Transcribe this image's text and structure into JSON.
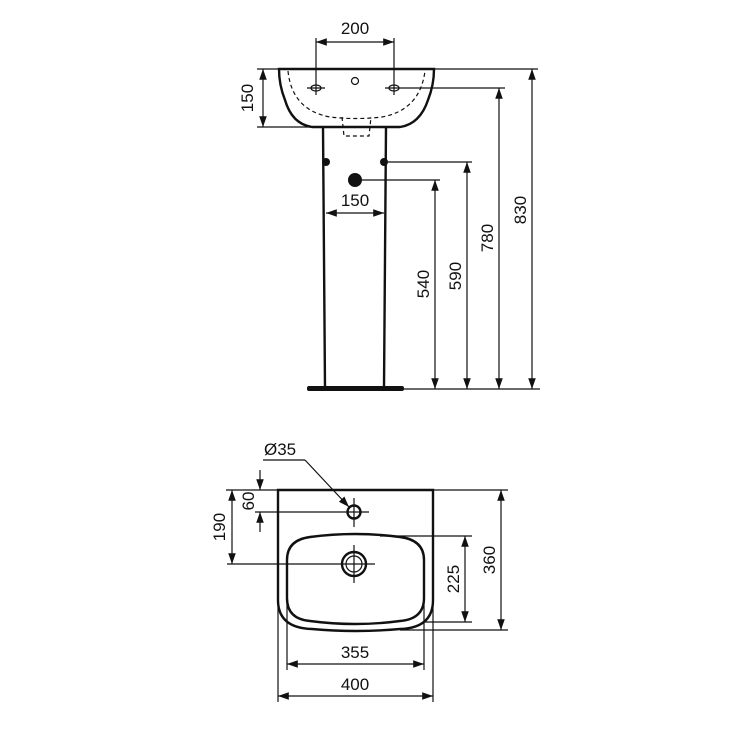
{
  "drawing": {
    "side_view": {
      "dims": {
        "tap_spacing": "200",
        "basin_height": "150",
        "fixing_spacing": "150",
        "waste_height": "540",
        "fixing_height": "590",
        "tap_height": "780",
        "overall_height": "830"
      }
    },
    "top_view": {
      "dims": {
        "tap_hole_diameter": "Ø35",
        "tap_hole_offset": "60",
        "drain_offset": "190",
        "bowl_depth": "225",
        "overall_depth": "360",
        "bowl_width": "355",
        "overall_width": "400"
      }
    },
    "line_color": "#111111"
  }
}
